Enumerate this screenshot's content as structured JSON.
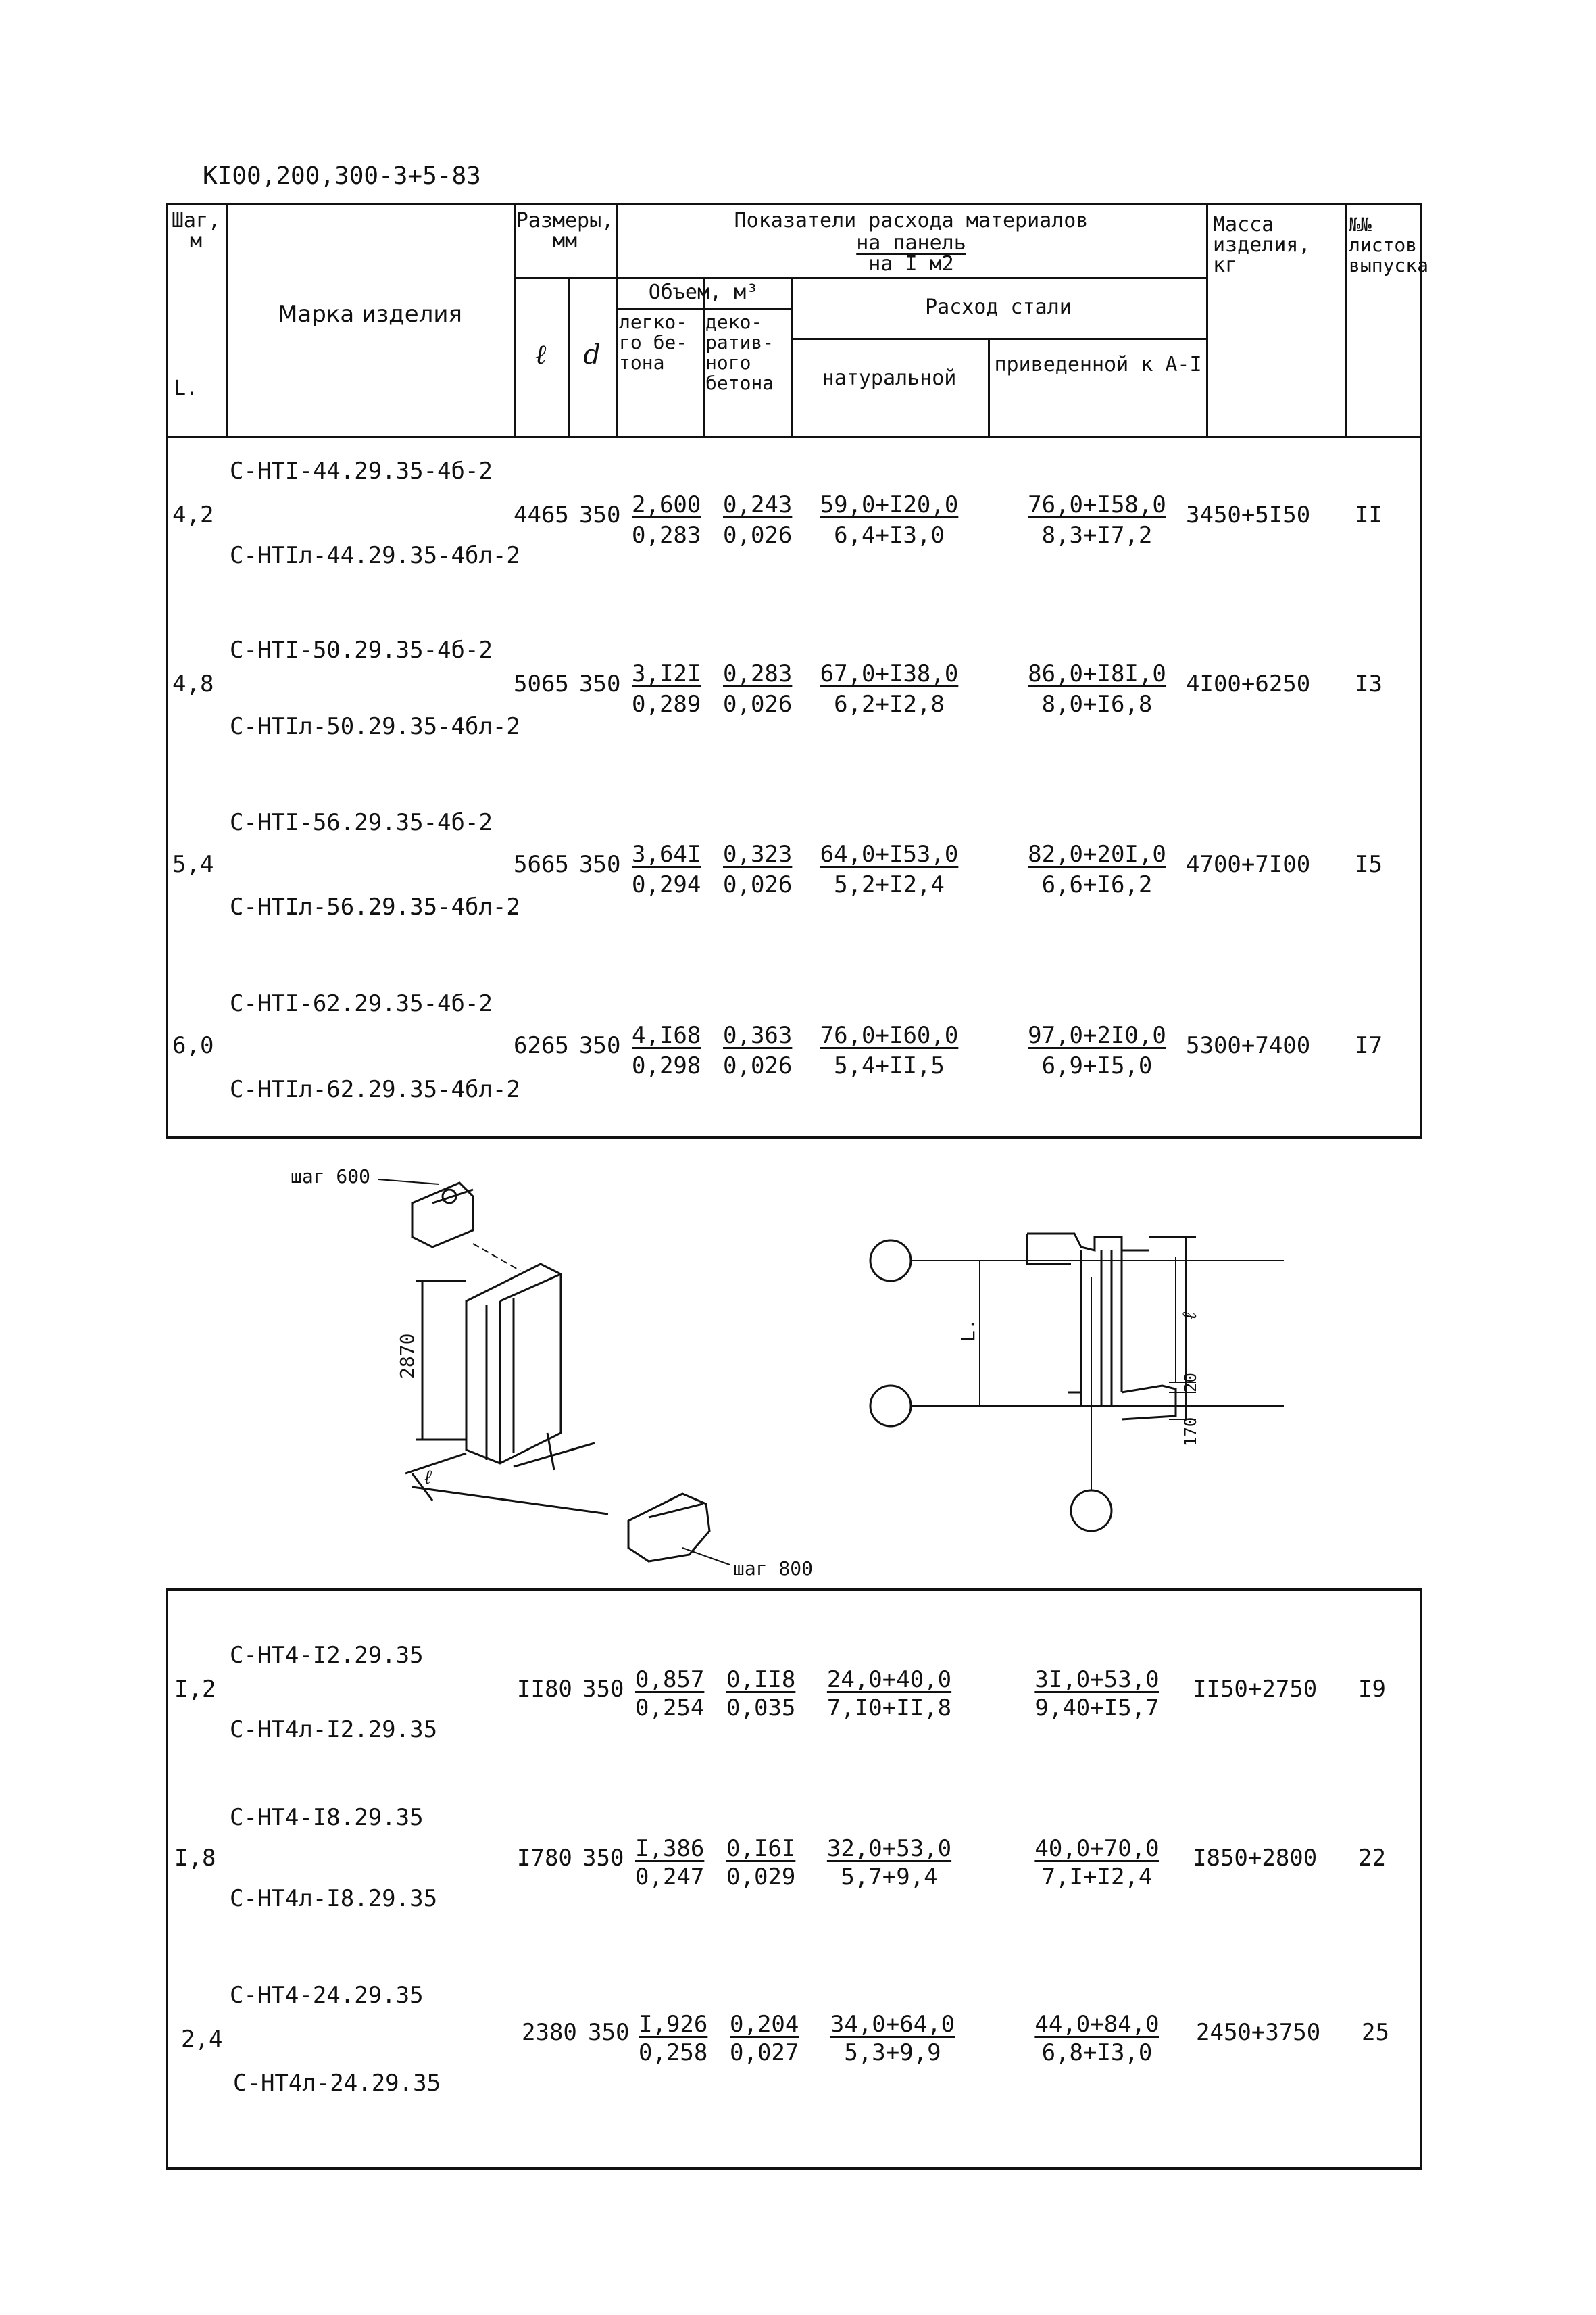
{
  "doc_code": "КI00,200,300-3+5-83",
  "header": {
    "step": "Шаг, м",
    "step_symbol": "L.",
    "mark": "Марка изделия",
    "sizes": "Размеры, мм",
    "size_l": "ℓ",
    "size_d": "d",
    "indicators_title": "Показатели расхода материалов",
    "indicators_per_panel": "на панель",
    "indicators_per_m2": "на I м2",
    "volume": "Объем, м³",
    "light_concrete": "легко-го бе-тона",
    "decorative_concrete": "деко-ратив-ного бетона",
    "steel": "Расход стали",
    "steel_natural": "натуральной",
    "steel_reduced": "приведенной к А-I",
    "mass": "Масса изделия, кг",
    "sheets": "№№ листов выпуска"
  },
  "table1": [
    {
      "step": "4,2",
      "mark1": "С-НТI-44.29.35-4б-2",
      "mark2": "С-НТIл-44.29.35-4бл-2",
      "l": "4465",
      "d": "350",
      "vol_light_top": "2,600",
      "vol_light_bot": "0,283",
      "vol_dec_top": "0,243",
      "vol_dec_bot": "0,026",
      "steel_nat_top": "59,0+I20,0",
      "steel_nat_bot": "6,4+I3,0",
      "steel_red_top": "76,0+I58,0",
      "steel_red_bot": "8,3+I7,2",
      "mass": "3450+5I50",
      "sheet": "II"
    },
    {
      "step": "4,8",
      "mark1": "С-НТI-50.29.35-4б-2",
      "mark2": "С-НТIл-50.29.35-4бл-2",
      "l": "5065",
      "d": "350",
      "vol_light_top": "3,I2I",
      "vol_light_bot": "0,289",
      "vol_dec_top": "0,283",
      "vol_dec_bot": "0,026",
      "steel_nat_top": "67,0+I38,0",
      "steel_nat_bot": "6,2+I2,8",
      "steel_red_top": "86,0+I8I,0",
      "steel_red_bot": "8,0+I6,8",
      "mass": "4I00+6250",
      "sheet": "I3"
    },
    {
      "step": "5,4",
      "mark1": "С-НТI-56.29.35-4б-2",
      "mark2": "С-НТIл-56.29.35-4бл-2",
      "l": "5665",
      "d": "350",
      "vol_light_top": "3,64I",
      "vol_light_bot": "0,294",
      "vol_dec_top": "0,323",
      "vol_dec_bot": "0,026",
      "steel_nat_top": "64,0+I53,0",
      "steel_nat_bot": "5,2+I2,4",
      "steel_red_top": "82,0+20I,0",
      "steel_red_bot": "6,6+I6,2",
      "mass": "4700+7I00",
      "sheet": "I5"
    },
    {
      "step": "6,0",
      "mark1": "С-НТI-62.29.35-4б-2",
      "mark2": "С-НТIл-62.29.35-4бл-2",
      "l": "6265",
      "d": "350",
      "vol_light_top": "4,I68",
      "vol_light_bot": "0,298",
      "vol_dec_top": "0,363",
      "vol_dec_bot": "0,026",
      "steel_nat_top": "76,0+I60,0",
      "steel_nat_bot": "5,4+II,5",
      "steel_red_top": "97,0+2I0,0",
      "steel_red_bot": "6,9+I5,0",
      "mass": "5300+7400",
      "sheet": "I7"
    }
  ],
  "drawing": {
    "step_top": "шаг 600",
    "step_bottom": "шаг 800",
    "height": "2870",
    "dim_l": "ℓ",
    "dim_L": "L.",
    "dim_20": "20",
    "dim_170": "170",
    "dim_ell2": "ℓ"
  },
  "table2": [
    {
      "step": "I,2",
      "mark1": "С-НТ4-I2.29.35",
      "mark2": "С-НТ4л-I2.29.35",
      "l": "II80",
      "d": "350",
      "vol_light_top": "0,857",
      "vol_light_bot": "0,254",
      "vol_dec_top": "0,II8",
      "vol_dec_bot": "0,035",
      "steel_nat_top": "24,0+40,0",
      "steel_nat_bot": "7,I0+II,8",
      "steel_red_top": "3I,0+53,0",
      "steel_red_bot": "9,40+I5,7",
      "mass": "II50+2750",
      "sheet": "I9"
    },
    {
      "step": "I,8",
      "mark1": "С-НТ4-I8.29.35",
      "mark2": "С-НТ4л-I8.29.35",
      "l": "I780",
      "d": "350",
      "vol_light_top": "I,386",
      "vol_light_bot": "0,247",
      "vol_dec_top": "0,I6I",
      "vol_dec_bot": "0,029",
      "steel_nat_top": "32,0+53,0",
      "steel_nat_bot": "5,7+9,4",
      "steel_red_top": "40,0+70,0",
      "steel_red_bot": "7,I+I2,4",
      "mass": "I850+2800",
      "sheet": "22"
    },
    {
      "step": "2,4",
      "mark1": "С-НТ4-24.29.35",
      "mark2": "С-НТ4л-24.29.35",
      "l": "2380",
      "d": "350",
      "vol_light_top": "I,926",
      "vol_light_bot": "0,258",
      "vol_dec_top": "0,204",
      "vol_dec_bot": "0,027",
      "steel_nat_top": "34,0+64,0",
      "steel_nat_bot": "5,3+9,9",
      "steel_red_top": "44,0+84,0",
      "steel_red_bot": "6,8+I3,0",
      "mass": "2450+3750",
      "sheet": "25"
    }
  ]
}
